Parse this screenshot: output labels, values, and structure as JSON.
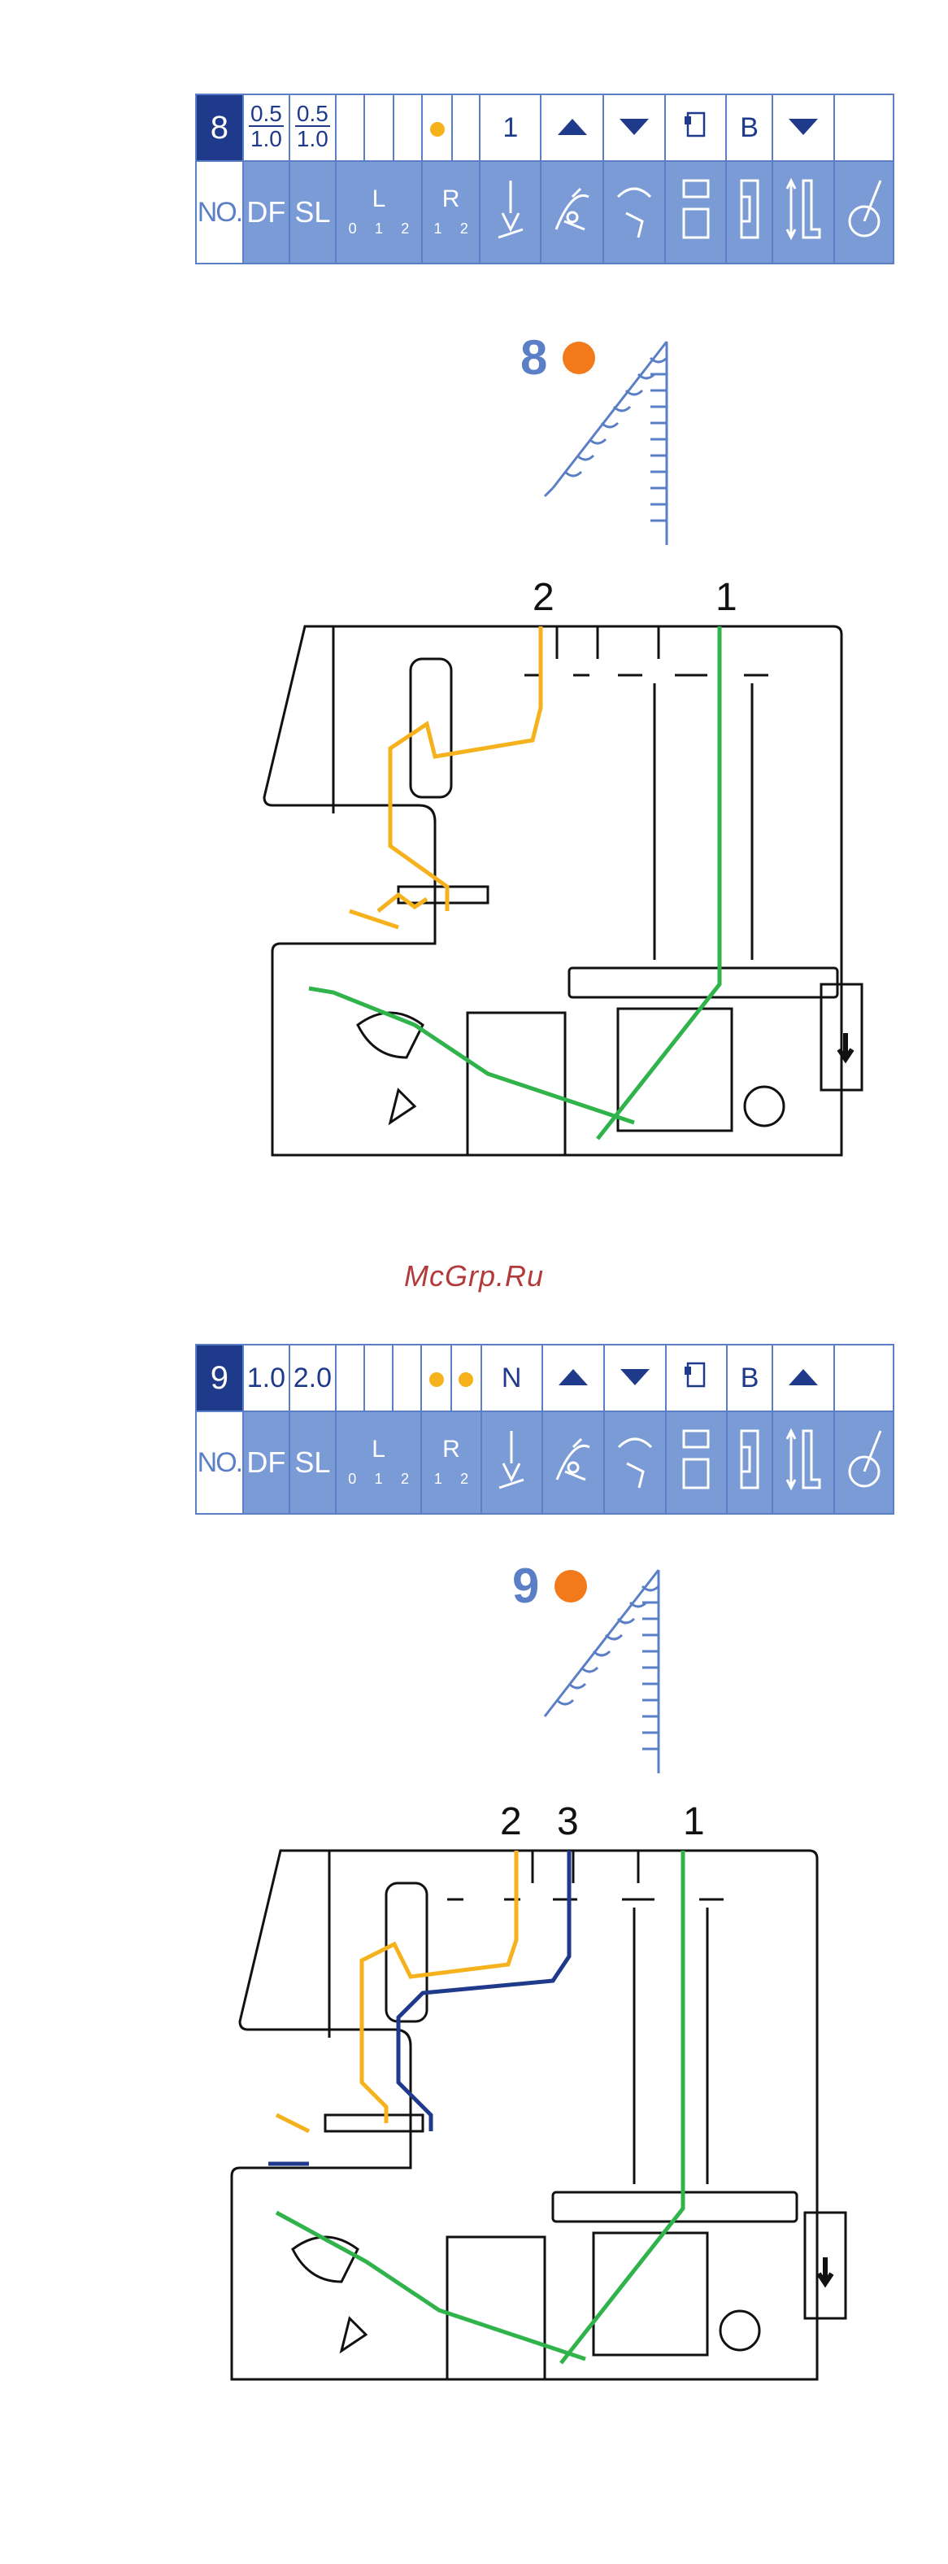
{
  "watermark": "McGrp.Ru",
  "legend_headers": {
    "no": "NO.",
    "df": "DF",
    "sl": "SL",
    "left": "L",
    "right": "R",
    "l0": "0",
    "l1": "1",
    "l2": "2",
    "r1": "1",
    "r2": "2"
  },
  "colors": {
    "table_header": "#7a9bd6",
    "table_number": "#1f3a8a",
    "orange": "#f5b21c",
    "green": "#2fb34a",
    "navy": "#1f3a8a",
    "illustration_blue": "#5b7fc6"
  },
  "settings": [
    {
      "number": "8",
      "df": {
        "top": "0.5",
        "bottom": "1.0"
      },
      "sl": {
        "top": "0.5",
        "bottom": "1.0"
      },
      "dots": 1,
      "stitch_width": "1",
      "letter": "B",
      "stitch_label": "8",
      "arrows": [
        "up",
        "down",
        "blank",
        "letter",
        "down"
      ],
      "thread_labels": [
        "2",
        "1"
      ]
    },
    {
      "number": "9",
      "df": {
        "top": "1.0",
        "bottom": ""
      },
      "sl": {
        "top": "2.0",
        "bottom": ""
      },
      "dots": 2,
      "stitch_width": "N",
      "letter": "B",
      "stitch_label": "9",
      "arrows": [
        "up",
        "down",
        "blank",
        "letter",
        "up"
      ],
      "thread_labels": [
        "2",
        "3",
        "1"
      ]
    }
  ]
}
